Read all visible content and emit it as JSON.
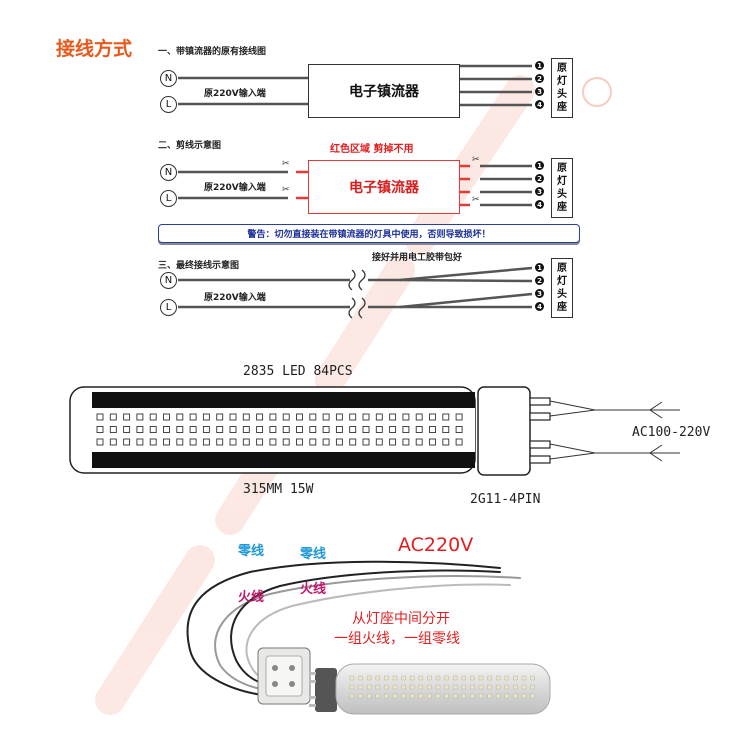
{
  "title": "接线方式",
  "section1": {
    "heading": "一、带镇流器的原有接线图",
    "ballast": "电子镇流器",
    "input": "原220V输入端",
    "n": "N",
    "l": "L",
    "seat": [
      "原",
      "灯",
      "头",
      "座"
    ],
    "pins": [
      "1",
      "2",
      "3",
      "4"
    ]
  },
  "section2": {
    "heading": "二、剪线示意图",
    "note": "红色区域  剪掉不用",
    "ballast": "电子镇流器",
    "input": "原220V输入端",
    "n": "N",
    "l": "L",
    "seat": [
      "原",
      "灯",
      "头",
      "座"
    ],
    "pins": [
      "1",
      "2",
      "3",
      "4"
    ]
  },
  "warning": "警告：切勿直接装在带镇流器的灯具中使用，否则导致损坏！",
  "section3": {
    "heading": "三、最终接线示意图",
    "note": "接好并用电工胶带包好",
    "input": "原220V输入端",
    "n": "N",
    "l": "L",
    "seat": [
      "原",
      "灯",
      "头",
      "座"
    ],
    "pins": [
      "1",
      "2",
      "3",
      "4"
    ]
  },
  "tube": {
    "led_spec": "2835 LED 84PCS",
    "size_power": "315MM  15W",
    "base": "2G11-4PIN",
    "voltage": "AC100-220V"
  },
  "photo": {
    "neutral1": "零线",
    "neutral2": "零线",
    "live1": "火线",
    "live2": "火线",
    "ac": "AC220V",
    "caption1": "从灯座中间分开",
    "caption2": "一组火线，一组零线"
  },
  "colors": {
    "title": "#e65a1e",
    "red": "#e02020",
    "blue": "#1f9ad6",
    "live": "#c0186a"
  }
}
